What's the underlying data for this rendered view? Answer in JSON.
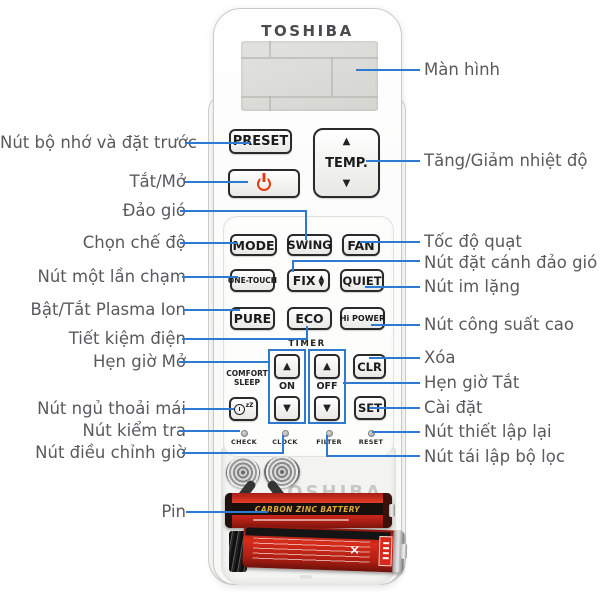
{
  "remote": {
    "brand": "TOSHIBA",
    "brand_faded": "TOSHIBA",
    "glyphs": {
      "arrow_up": "▲",
      "arrow_down": "▼",
      "cross": "×"
    },
    "buttons": {
      "preset": "PRESET",
      "temp": "TEMP.",
      "mode": "MODE",
      "swing": "SWING",
      "fan": "FAN",
      "one_touch": "ONE-TOUCH",
      "fix": "FIX",
      "quiet": "QUIET",
      "pure": "PURE",
      "eco": "ECO",
      "hi_power": "Hi POWER",
      "clr": "CLR",
      "set": "SET"
    },
    "timer": {
      "heading": "TIMER",
      "on": "ON",
      "off": "OFF",
      "comfort_line1": "COMFORT",
      "comfort_line2": "SLEEP"
    },
    "indicators": {
      "check": "CHECK",
      "clock": "CLOCK",
      "filter": "FILTER",
      "reset": "RESET"
    },
    "battery_text": "CARBON ZINC BATTERY"
  },
  "annotations": {
    "left": [
      {
        "label": "Nút bộ nhớ và đặt trước"
      },
      {
        "label": "Tắt/Mở"
      },
      {
        "label": "Đảo gió"
      },
      {
        "label": "Chọn chế độ"
      },
      {
        "label": "Nút một lần chạm"
      },
      {
        "label": "Bật/Tắt Plasma Ion"
      },
      {
        "label": "Tiết kiệm điện"
      },
      {
        "label": "Hẹn giờ Mở"
      },
      {
        "label": "Nút ngủ thoải mái"
      },
      {
        "label": "Nút kiểm tra"
      },
      {
        "label": "Nút điều chỉnh giờ"
      },
      {
        "label": "Pin"
      }
    ],
    "right": [
      {
        "label": "Màn hình"
      },
      {
        "label": "Tăng/Giảm nhiệt độ"
      },
      {
        "label": "Tốc độ quạt"
      },
      {
        "label": "Nút đặt cánh đảo gió"
      },
      {
        "label": "Nút im lặng"
      },
      {
        "label": "Nút công suất cao"
      },
      {
        "label": "Xóa"
      },
      {
        "label": "Hẹn giờ Tắt"
      },
      {
        "label": "Cài đặt"
      },
      {
        "label": "Nút thiết lập lại"
      },
      {
        "label": "Nút tái lập bộ lọc"
      }
    ]
  },
  "colors": {
    "callout_blue": "#2e79d2",
    "power_red": "#e23c10",
    "label_gray": "#595a5e",
    "battery_red": "#d62c1b"
  }
}
